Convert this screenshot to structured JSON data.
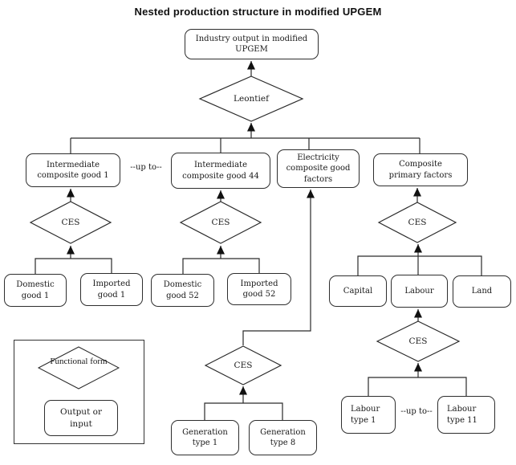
{
  "title": "Nested production structure in modified UPGEM",
  "colors": {
    "ink": "#1a1a1a",
    "background": "#ffffff"
  },
  "nodes": {
    "industry_output": "Industry output in modified UPGEM",
    "leontief": "Leontief",
    "intermediate_good_1": "Intermediate composite good 1",
    "up_to_goods": "--up to--",
    "intermediate_good_44": "Intermediate composite good 44",
    "electricity_composite": "Electricity composite good factors",
    "composite_primary": "Composite primary factors",
    "ces_intermediate_1": "CES",
    "ces_intermediate_44": "CES",
    "ces_primary": "CES",
    "ces_labour": "CES",
    "ces_generation": "CES",
    "domestic_good_1": "Domestic good 1",
    "imported_good_1": "Imported good 1",
    "domestic_good_52": "Domestic good 52",
    "imported_good_52": "Imported good 52",
    "capital": "Capital",
    "labour": "Labour",
    "land": "Land",
    "labour_type_1": "Labour type 1",
    "up_to_labour": "--up to--",
    "labour_type_11": "Labour type 11",
    "generation_type_1": "Generation type 1",
    "generation_type_8": "Generation type 8"
  },
  "legend": {
    "functional_form": "Functional form",
    "output_or_input": "Output or input"
  }
}
